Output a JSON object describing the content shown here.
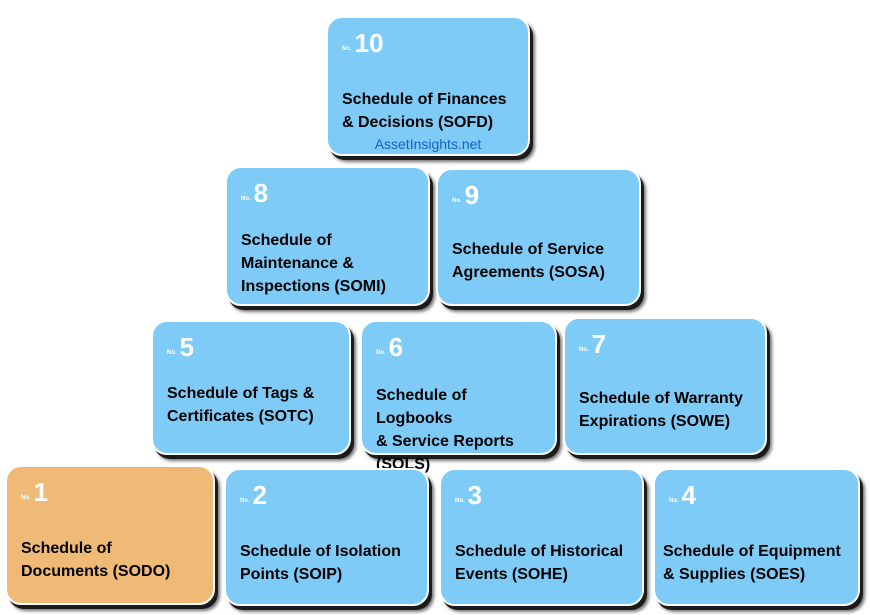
{
  "number_prefix": "No.",
  "credit": "AssetInsights.net",
  "boxes": [
    {
      "num": "10",
      "label": "Schedule of Finances\n& Decisions (SOFD)"
    },
    {
      "num": "8",
      "label": "Schedule of\nMaintenance &\nInspections (SOMI)"
    },
    {
      "num": "9",
      "label": "Schedule of Service\nAgreements (SOSA)"
    },
    {
      "num": "5",
      "label": "Schedule of Tags &\nCertificates (SOTC)"
    },
    {
      "num": "6",
      "label": "Schedule of Logbooks\n& Service Reports\n(SOLS)"
    },
    {
      "num": "7",
      "label": "Schedule of Warranty\nExpirations (SOWE)"
    },
    {
      "num": "1",
      "label": "Schedule of\nDocuments (SODO)"
    },
    {
      "num": "2",
      "label": "Schedule of Isolation\nPoints (SOIP)"
    },
    {
      "num": "3",
      "label": "Schedule of Historical\nEvents (SOHE)"
    },
    {
      "num": "4",
      "label": "Schedule of Equipment\n& Supplies (SOES)"
    }
  ],
  "colors": {
    "box": "#7ecbf8",
    "highlight": "#efba75",
    "credit": "#1065c0"
  }
}
